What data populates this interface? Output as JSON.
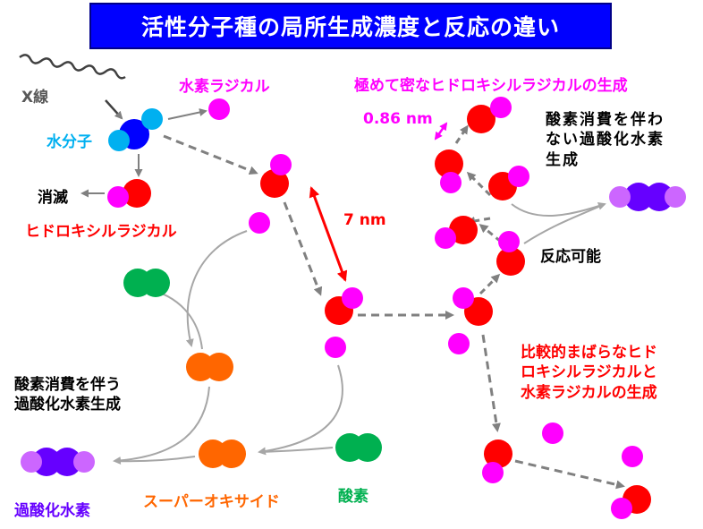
{
  "title": "活性分子種の局所生成濃度と反応の違い",
  "labels": {
    "xray": "X線",
    "water": "水分子",
    "hydrogen_radical": "水素ラジカル",
    "annihilation": "消滅",
    "hydroxyl_radical": "ヒドロキシルラジカル",
    "dense_generation": "極めて密なヒドロキシルラジカルの生成",
    "distance_small": "0.86 nm",
    "distance_large": "7 nm",
    "no_oxygen_consumption": [
      "酸素消費を伴わ",
      "ない過酸化水素",
      "生成"
    ],
    "reactable": "反応可能",
    "sparse_generation": [
      "比較的まばらなヒド",
      "ロキシルラジカルと",
      "水素ラジカルの生成"
    ],
    "oxygen_consumption": [
      "酸素消費を伴う",
      "過酸化水素生成"
    ],
    "hydrogen_peroxide": "過酸化水素",
    "superoxide": "スーパーオキサイド",
    "oxygen": "酸素"
  },
  "colors": {
    "title_bg": "#0000ff",
    "oxygen_atom_red": "#ff0000",
    "hydrogen_magenta": "#ff00ff",
    "water_blue": "#0000ff",
    "water_h_cyan": "#00b0f0",
    "oxygen_molecule_green": "#00b050",
    "superoxide_orange": "#ff6600",
    "peroxide_purple": "#6600ff",
    "peroxide_h_lilac": "#cc66ff",
    "arrow_gray": "#808080",
    "label_red": "#ff0000",
    "label_magenta": "#ff00ff"
  }
}
